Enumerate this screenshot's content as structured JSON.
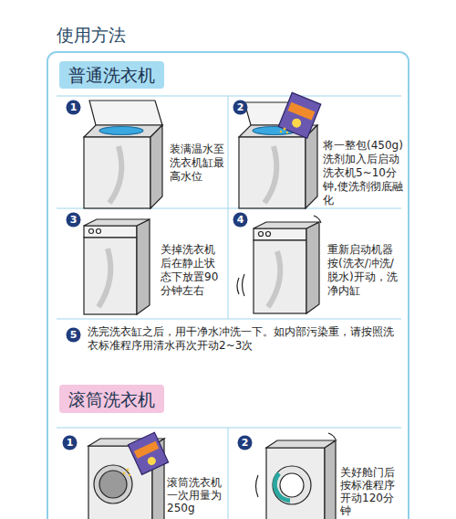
{
  "diagram": {
    "title": "使用方法",
    "nodes": [
      {
        "text": [
          "普通洗衣机"
        ]
      },
      {
        "text": [
          "1"
        ]
      },
      {
        "text": [
          "2"
        ]
      },
      {
        "text": [
          "3"
        ]
      },
      {
        "text": [
          "4"
        ]
      },
      {
        "text": [
          "5"
        ]
      },
      {
        "text": [
          "滚筒洗衣机"
        ]
      },
      {
        "text": [
          "1"
        ]
      },
      {
        "text": [
          "2"
        ]
      }
    ],
    "labels": [
      "装满温水至洗衣机缸最高水位",
      "将一整包(450g)洗剂加入后启动洗衣机5~10分钟,使洗剂彻底融化",
      "关掉洗衣机后在静止状态下放置90分钟左右",
      "重新启动机器按(洗衣/冲洗/脱水)开动，洗净内缸",
      "洗完洗衣缸之后，用干净水冲洗一下。如内部污染重，请按照洗衣标准程序用清水再次开动2~3次",
      "滚筒洗衣机一次用量为250g",
      "关好舱门后按标准程序开动120分钟"
    ]
  }
}
